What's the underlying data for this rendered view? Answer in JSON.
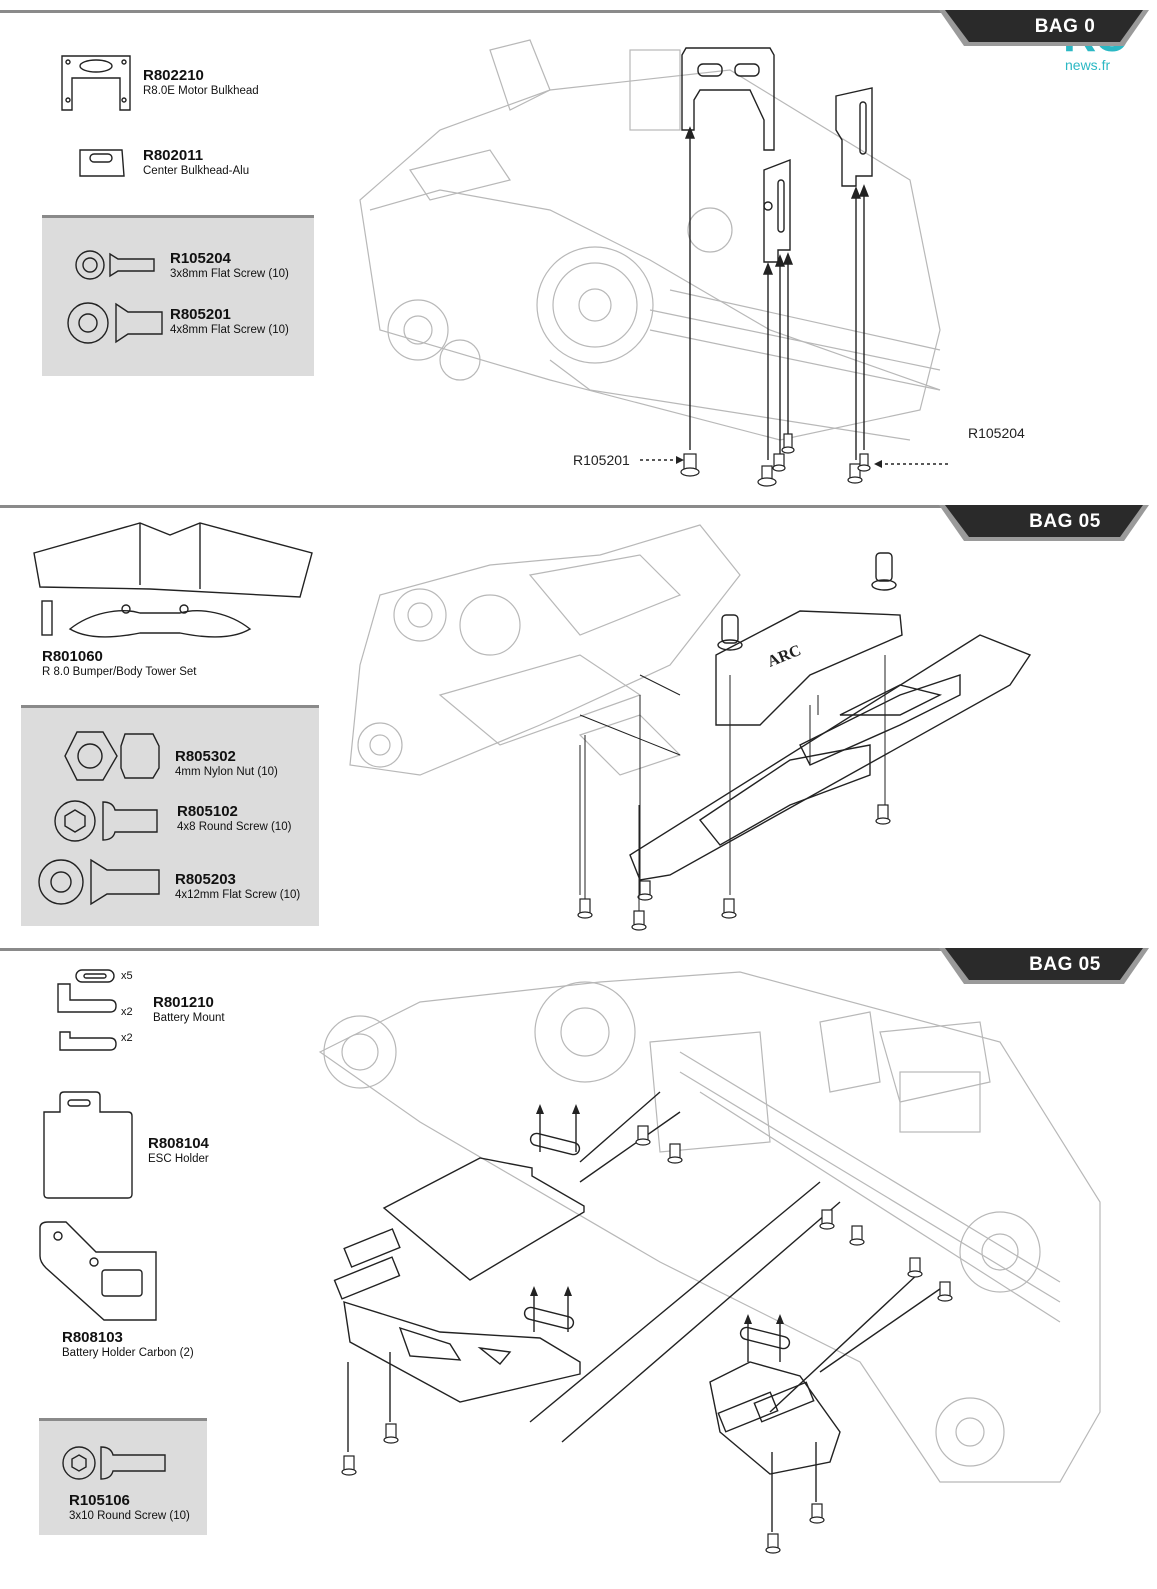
{
  "logo": {
    "rc": "RC",
    "news": "news.fr"
  },
  "sections": [
    {
      "bag": "BAG 0",
      "parts": [
        {
          "code": "R802210",
          "name": "R8.0E Motor Bulkhead"
        },
        {
          "code": "R802011",
          "name": "Center Bulkhead-Alu"
        }
      ],
      "hardware": [
        {
          "code": "R105204",
          "name": "3x8mm Flat Screw (10)"
        },
        {
          "code": "R805201",
          "name": "4x8mm Flat Screw (10)"
        }
      ],
      "callouts": [
        "R105201",
        "R105204"
      ]
    },
    {
      "bag": "BAG 05",
      "parts": [
        {
          "code": "R801060",
          "name": "R 8.0 Bumper/Body Tower Set"
        }
      ],
      "hardware": [
        {
          "code": "R805302",
          "name": "4mm Nylon Nut (10)"
        },
        {
          "code": "R805102",
          "name": "4x8 Round Screw (10)"
        },
        {
          "code": "R805203",
          "name": "4x12mm Flat Screw (10)"
        }
      ],
      "tower_label": "ARC"
    },
    {
      "bag": "BAG 05",
      "parts": [
        {
          "code": "R801210",
          "name": "Battery Mount",
          "qty": [
            "x5",
            "x2",
            "x2"
          ]
        },
        {
          "code": "R808104",
          "name": "ESC Holder"
        },
        {
          "code": "R808103",
          "name": "Battery Holder Carbon (2)"
        }
      ],
      "hardware": [
        {
          "code": "R105106",
          "name": "3x10 Round Screw (10)"
        }
      ]
    }
  ]
}
